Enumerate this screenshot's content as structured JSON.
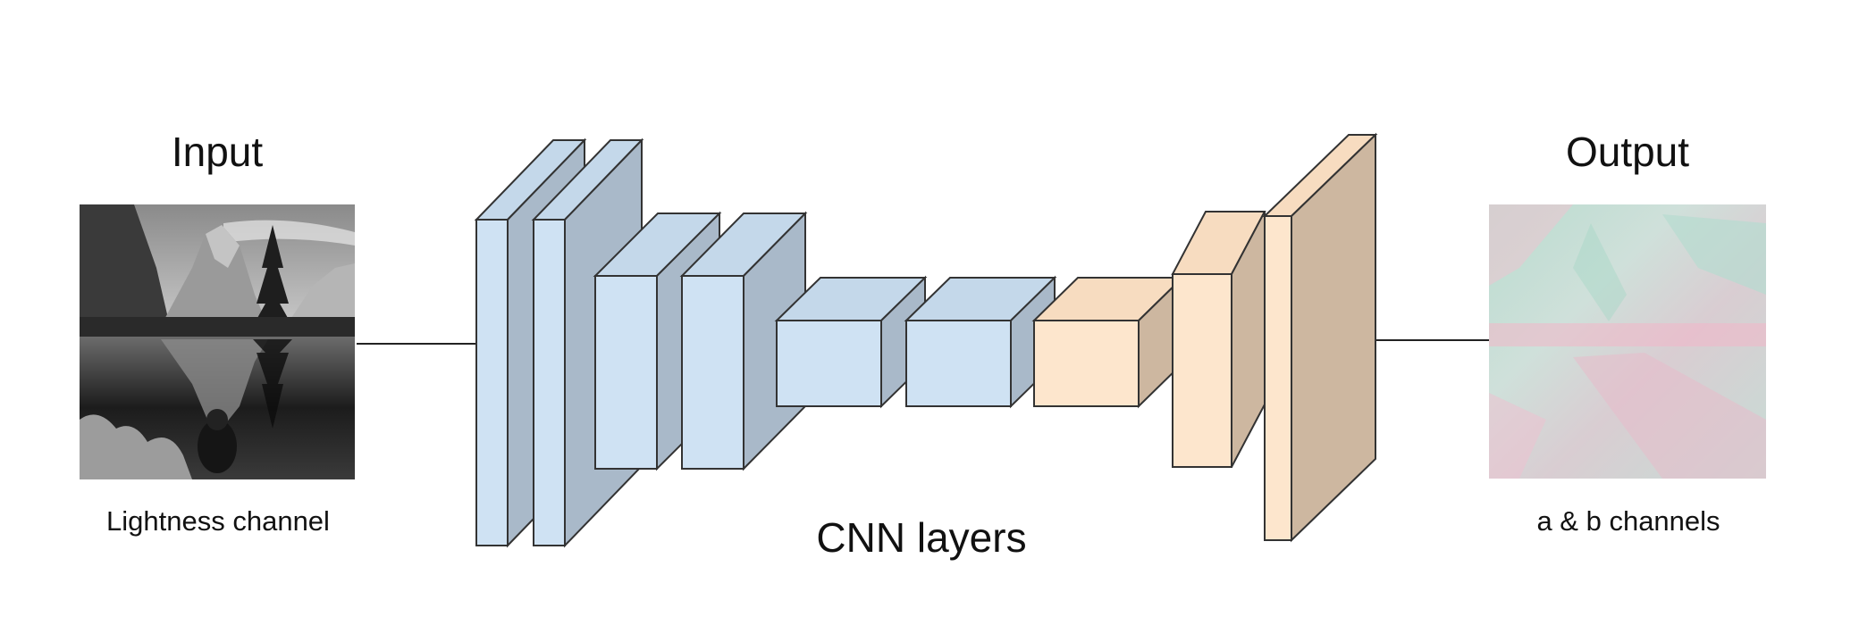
{
  "labels": {
    "input_title": "Input",
    "input_caption": "Lightness channel",
    "output_title": "Output",
    "output_caption": "a & b channels",
    "center_caption": "CNN layers"
  },
  "layers": {
    "encoder": [
      {
        "id": "enc-1",
        "stage": "encoder"
      },
      {
        "id": "enc-2",
        "stage": "encoder"
      },
      {
        "id": "enc-3",
        "stage": "encoder"
      },
      {
        "id": "enc-4",
        "stage": "encoder"
      },
      {
        "id": "enc-5",
        "stage": "encoder"
      },
      {
        "id": "enc-6",
        "stage": "encoder"
      }
    ],
    "decoder": [
      {
        "id": "dec-1",
        "stage": "decoder"
      },
      {
        "id": "dec-2",
        "stage": "decoder"
      },
      {
        "id": "dec-3",
        "stage": "decoder"
      }
    ]
  },
  "colors": {
    "encoder_front": "#cfe2f3",
    "encoder_side": "#a9b9c9",
    "encoder_top": "#c4d8ea",
    "decoder_front": "#fde6cd",
    "decoder_side": "#cdb7a0",
    "decoder_top": "#f7dcc0",
    "stroke": "#333333",
    "connector": "#222222"
  },
  "images": {
    "input": {
      "kind": "grayscale landscape photo",
      "icon": "mountain-lake-icon"
    },
    "output": {
      "kind": "pastel a/b chroma map",
      "icon": "chroma-map-icon"
    }
  }
}
